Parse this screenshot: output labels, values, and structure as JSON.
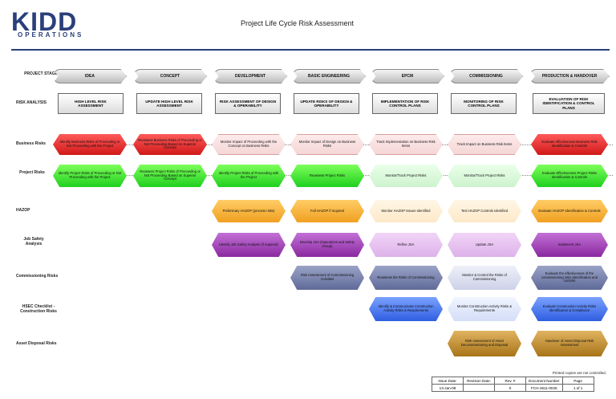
{
  "header": {
    "logo_text": "KIDD",
    "logo_sub": "OPERATIONS",
    "title": "Project Life Cycle Risk Assessment"
  },
  "row_labels": {
    "project_stage": "PROJECT STAGE",
    "risk_analysis": "RISK ANALYSIS",
    "business_risks": "Business Risks",
    "project_risks": "Project Risks",
    "hazop": "HAZOP",
    "job_safety": "Job Safety Analysis",
    "commissioning_risks": "Commissioning Risks",
    "hsec": "HSEC Checklist - Construction Risks",
    "asset_disposal": "Asset Disposal Risks"
  },
  "stages": [
    "IDEA",
    "CONCEPT",
    "DEVELOPMENT",
    "BASIC ENGINEERING",
    "EPCM",
    "COMMISSIONING",
    "PRODUCTION & HANDOVER"
  ],
  "risk_analysis": [
    "HIGH LEVEL RISK ASSESSMENT",
    "UPDATE HIGH LEVEL RISK ASSESSMENT",
    "RISK ASSESSMENT OF DESIGN & OPERABILITY",
    "UPDATE RISKS OF DESIGN & OPERABILITY",
    "IMPLEMENTATION OF RISK CONTROL PLANS",
    "MONITORING OF RISK CONTROL PLANS",
    "EVALUATION OF RISK IDENTIFICATION & CONTROL PLANS"
  ],
  "business_risks": [
    "Identify Business Risks of Proceeding or Not Proceeding with the Project",
    "Reassess Business Risks of Proceeding or Not Proceeding Based on Superior Concept",
    "Monitor Impact of Proceeding with the Concept on Business Risks",
    "Monitor Impact of Design on Business Risks",
    "Track Implementation on Business Risk Items",
    "Track Impact on Business Risk Items",
    "Evaluate effectiveness Business Risk Identification & Controls"
  ],
  "project_risks": [
    "Identify Project Risks of Proceeding or Not Proceeding with the Project",
    "Reassess Project Risks of Proceeding or Not Proceeding Based on Superior Concept",
    "Identify Project Risks of Proceeding with the Project",
    "Reassess Project Risks",
    "Monitor/Track Project Risks",
    "Monitor/Track Project Risks",
    "Evaluate Effectiveness Project Risks Identification & Controls"
  ],
  "hazop": [
    "Preliminary HAZOP (process risks)",
    "Full HAZOP if required",
    "Monitor HAZOP Issues Identified",
    "Test HAZOP Controls Identified",
    "Evaluate HAZOP Identification & Controls"
  ],
  "jsa": [
    "Identify Job Safety Analysis (if required)",
    "Develop JSA (Operations and Safety Group)",
    "Refine JSA",
    "Update JSA",
    "Implement JSA"
  ],
  "commissioning": [
    "Risk Assessment of Commissioning Activities",
    "Reassess the Risks of Commissioning",
    "Monitor & Control the Risks of Commissioning",
    "Evaluate the effectiveness of the commissioning risks identification and controls"
  ],
  "hsec": [
    "Identify & Communicate Construction Activity Risks & Requirements",
    "Monitor Construction Activity Risks & Requirements",
    "Evaluate Construction Activity Risks Identification & Compliance"
  ],
  "asset_disposal": [
    "Risk Assessment of Asset Decommissioning and Disposal",
    "Handover of Asset Disposal Risk Assessment"
  ],
  "footer": {
    "note": "Printed copies are not controlled.",
    "headers": [
      "Issue Date:",
      "Revision Date:",
      "Rev. #",
      "Document Number",
      "Page"
    ],
    "values": [
      "13-Jan-09",
      "",
      "0",
      "FCH-2611-0026",
      "1 of 1"
    ]
  }
}
